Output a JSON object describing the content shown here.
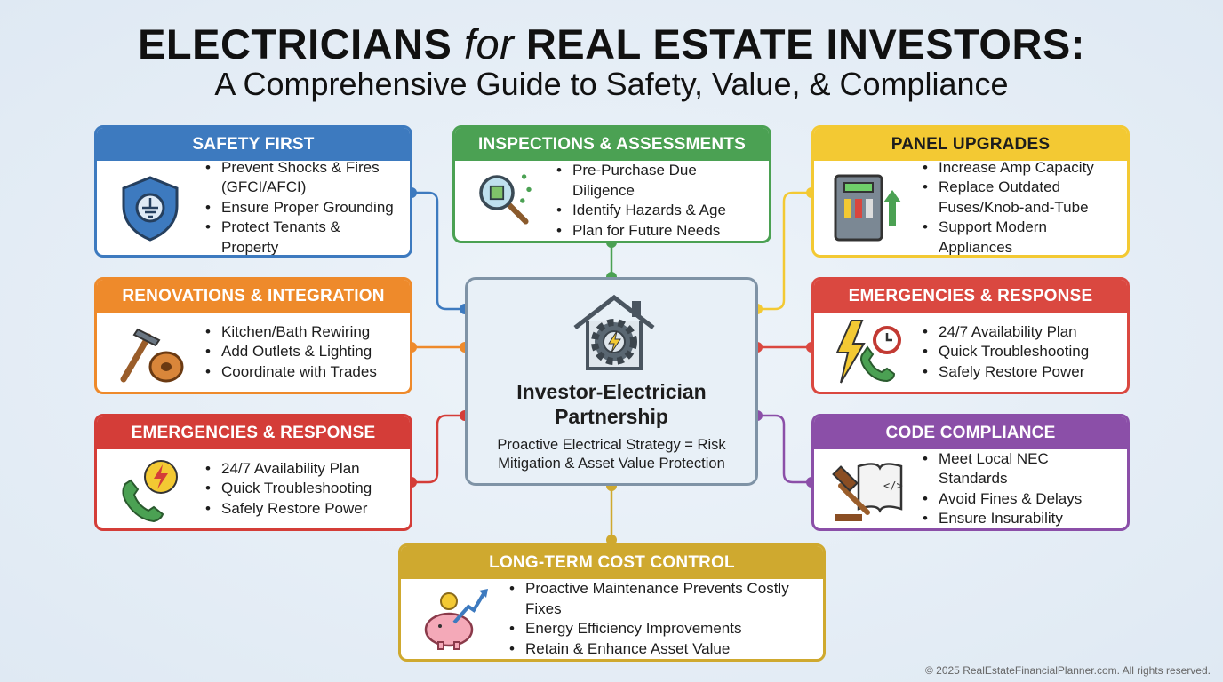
{
  "title": {
    "main": "ELECTRICIANS",
    "for": "for",
    "rest": "REAL ESTATE INVESTORS:",
    "subtitle": "A Comprehensive Guide to Safety, Value, & Compliance"
  },
  "cards": {
    "safety": {
      "title": "SAFETY FIRST",
      "color": "#3d7abf",
      "items": [
        "Prevent Shocks & Fires (GFCI/AFCI)",
        "Ensure Proper Grounding",
        "Protect Tenants & Property"
      ]
    },
    "inspections": {
      "title": "INSPECTIONS & ASSESSMENTS",
      "color": "#4ba153",
      "items": [
        "Pre-Purchase Due Diligence",
        "Identify Hazards & Age",
        "Plan for Future Needs"
      ]
    },
    "panel": {
      "title": "PANEL UPGRADES",
      "color": "#f3c933",
      "items": [
        "Increase Amp Capacity",
        "Replace Outdated Fuses/Knob-and-Tube",
        "Support Modern Appliances"
      ]
    },
    "renovations": {
      "title": "RENOVATIONS & INTEGRATION",
      "color": "#ee8a2b",
      "items": [
        "Kitchen/Bath Rewiring",
        "Add Outlets & Lighting",
        "Coordinate with Trades"
      ]
    },
    "emergencies_right": {
      "title": "EMERGENCIES & RESPONSE",
      "color": "#da4840",
      "items": [
        "24/7 Availability Plan",
        "Quick Troubleshooting",
        "Safely Restore Power"
      ]
    },
    "emergencies_left": {
      "title": "EMERGENCIES & RESPONSE",
      "color": "#d43d38",
      "items": [
        "24/7 Availability Plan",
        "Quick Troubleshooting",
        "Safely Restore Power"
      ]
    },
    "code": {
      "title": "CODE COMPLIANCE",
      "color": "#8b4fa8",
      "items": [
        "Meet Local NEC Standards",
        "Avoid Fines & Delays",
        "Ensure Insurability"
      ]
    },
    "cost": {
      "title": "LONG-TERM COST CONTROL",
      "color": "#cfa92f",
      "items": [
        "Proactive Maintenance Prevents Costly Fixes",
        "Energy Efficiency Improvements",
        "Retain & Enhance Asset Value"
      ]
    }
  },
  "center": {
    "title": "Investor-Electrician Partnership",
    "text": "Proactive Electrical Strategy = Risk Mitigation & Asset Value Protection"
  },
  "copyright": "© 2025 RealEstateFinancialPlanner.com. All rights reserved."
}
